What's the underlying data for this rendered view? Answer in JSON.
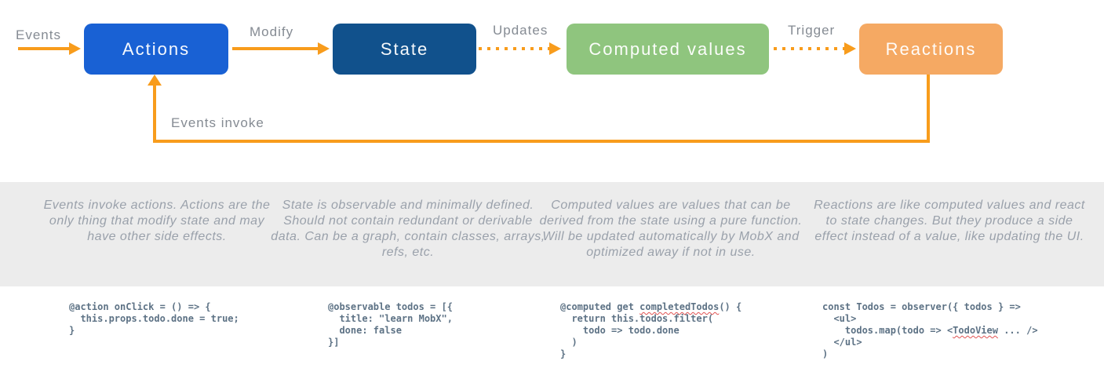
{
  "diagram": {
    "nodes": [
      {
        "id": "actions",
        "label": "Actions",
        "bg": "#1961d4"
      },
      {
        "id": "state",
        "label": "State",
        "bg": "#11518c"
      },
      {
        "id": "computed",
        "label": "Computed values",
        "bg": "#8fc57e"
      },
      {
        "id": "reactions",
        "label": "Reactions",
        "bg": "#f5a963"
      }
    ],
    "edge_labels": {
      "events": "Events",
      "modify": "Modify",
      "updates": "Updates",
      "trigger": "Trigger",
      "feedback": "Events invoke"
    },
    "arrow_styles": {
      "events": "solid",
      "modify": "solid",
      "updates": "dotted",
      "trigger": "dotted",
      "feedback": "solid"
    }
  },
  "descriptions": [
    "Events invoke actions. Actions are the only thing that modify state and may have other side effects.",
    "State is observable and minimally defined. Should not contain redundant or derivable data. Can be a graph, contain classes, arrays, refs, etc.",
    "Computed values are values that can be derived from the state using a pure function. Will be updated automatically by MobX and optimized away if not in use.",
    "Reactions are like computed values and react to state changes. But they produce a side effect instead of a value, like updating the UI."
  ],
  "code_samples": [
    {
      "text": "@action onClick = () => {\n  this.props.todo.done = true;\n}",
      "squiggles": []
    },
    {
      "text": "@observable todos = [{\n  title: \"learn MobX\",\n  done: false\n}]",
      "squiggles": []
    },
    {
      "text": "@computed get completedTodos() {\n  return this.todos.filter(\n    todo => todo.done\n  )\n}",
      "squiggles": [
        "completedTodos"
      ]
    },
    {
      "text": "const Todos = observer({ todos } =>\n  <ul>\n    todos.map(todo => <TodoView ... />\n  </ul>\n)",
      "squiggles": [
        "TodoView"
      ]
    }
  ],
  "colors": {
    "arrow": "#f89c1c",
    "actions_bg": "#1961d4",
    "state_bg": "#11518c",
    "computed_bg": "#8fc57e",
    "reactions_bg": "#f5a963",
    "band_bg": "#ececec",
    "edge_label_text": "#858b93",
    "description_text": "#9aa1ab",
    "code_text": "#5d7285",
    "squiggle": "#e05252"
  }
}
